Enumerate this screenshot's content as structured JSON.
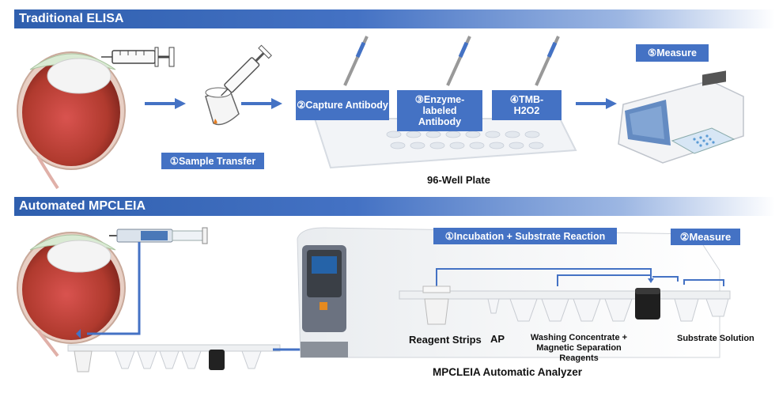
{
  "sections": {
    "traditional": {
      "title": "Traditional ELISA"
    },
    "automated": {
      "title": "Automated MPCLEIA"
    }
  },
  "traditional_steps": {
    "sample_transfer": "①Sample Transfer",
    "capture_antibody": "②Capture Antibody",
    "enzyme_labeled_antibody": "③Enzyme-labeled Antibody",
    "tmb_h2o2": "④TMB-H2O2",
    "measure": "⑤Measure",
    "plate_label": "96-Well Plate"
  },
  "automated_steps": {
    "incubation": "①Incubation + Substrate Reaction",
    "measure": "②Measure",
    "analyzer_label": "MPCLEIA Automatic Analyzer",
    "reagent_strips": "Reagent Strips",
    "ap": "AP",
    "washing": "Washing Concentrate + Magnetic Separation Reagents",
    "substrate": "Substrate Solution"
  },
  "colors": {
    "accent": "#4472c4",
    "eye_red": "#c0392b",
    "arrow": "#4472c4"
  }
}
